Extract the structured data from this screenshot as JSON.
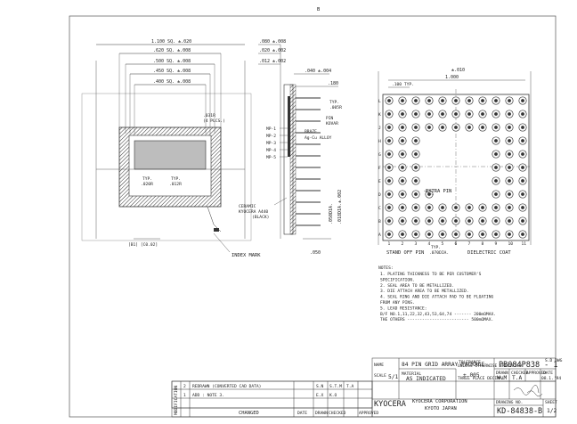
{
  "page_marker": "B",
  "top_view": {
    "dims": [
      "1.100 SQ. ±.020",
      ".620 SQ. ±.008",
      ".500 SQ. ±.008",
      ".450 SQ. ±.008",
      ".400 SQ. ±.008"
    ],
    "corner_note": [
      ".031R",
      "(4 PLCS.)"
    ],
    "typ_left": [
      "TYP.",
      ".020R"
    ],
    "typ_right": [
      "TYP.",
      ".012R"
    ],
    "bottom_ref": "[B1] [C0.02]",
    "index_mark": "INDEX MARK"
  },
  "side_view": {
    "dims": [
      ".080 ±.008",
      ".020 ±.002",
      ".012 ±.002",
      ".040 ±.004",
      ".180",
      ".050",
      ".050DIA.",
      ".018DIA.±.002"
    ],
    "labels": [
      "TYP.",
      ".005R",
      "PIN",
      "KOVAR",
      "BRAZE",
      "Ag-Cu ALLOY"
    ],
    "mp_labels": [
      "MP-1",
      "MP-2",
      "MP-3",
      "MP-4",
      "MP-5"
    ],
    "ceramic": [
      "CERAMIC",
      "KYOCERA A440",
      "(BLACK)"
    ]
  },
  "bottom_view": {
    "dims": [
      "±.010",
      "1.000",
      ".100 TYP."
    ],
    "rows": [
      "L",
      "K",
      "J",
      "H",
      "G",
      "F",
      "E",
      "D",
      "C",
      "B",
      "A"
    ],
    "cols": [
      "1",
      "2",
      "3",
      "4",
      "5",
      "6",
      "7",
      "8",
      "9",
      "10",
      "11"
    ],
    "extra_pin": "EXTRA PIN",
    "typ_note": [
      "TYP.",
      ".070DIA."
    ],
    "stand_off": "STAND OFF PIN",
    "dielectric": "DIELECTRIC COAT"
  },
  "notes": {
    "title": "NOTES:",
    "items": [
      "1.  PLATING THICKNESS TO BE PER CUSTOMER'S",
      "     SPECIFICATION.",
      "2.  SEAL AREA TO BE METALLIZED.",
      "3.  DIE ATTACH AREA TO BE METALLIZED.",
      "4.  SEAL RING AND DIE ATTACH PAD TO BE FLOATING",
      "     FROM ANY PINS.",
      "5.  LEAD RESISTANCE:",
      "     B/F NO.1,11,22,32,43,53,64,74 ------- 200mΩMAX.",
      "     THE OTHERS ------------------------- 500mΩMAX."
    ]
  },
  "revision": {
    "side_label": "MODIFICATION",
    "rows": [
      {
        "mark": "2",
        "desc": "REDRAWN (CONVERTED CAD DATA)",
        "date": "",
        "by": "S.N",
        "chk": "S.T.M",
        "app": "T.A"
      },
      {
        "mark": "1",
        "desc": "ADD : NOTE 3.",
        "date": "",
        "by": "E.X",
        "chk": "K.O",
        "app": ""
      }
    ],
    "footer": [
      "CHANGED",
      "DATE",
      "DRAWN",
      "CHECKED",
      "APPROVED"
    ]
  },
  "title_block": {
    "part_number": "PB084P838 - 1",
    "part_suffix": "S.D DWG",
    "name_label": "NAME",
    "name": "84 PIN GRID ARRAY PACKAGE",
    "scale_label": "SCALE",
    "scale": "5/1",
    "material_label": "MATERIAL",
    "material": "AS INDICATED",
    "tolerance_label": "TOLERANCE",
    "tolerance": "±.005",
    "tolerance_sub": "UNLESS OTHERWISE SPECIFIED",
    "tol_note": "THREE PLACE DECIMAL",
    "heads": [
      "DRAWN",
      "CHECKED",
      "APPROVED",
      "DATE"
    ],
    "drawn": "W.M",
    "checked": "T.A",
    "date": "08.1.'94",
    "company": "KYOCERA CORPORATION",
    "location": "KYOTO JAPAN",
    "logo": "KYOCERA",
    "drawing_no_label": "DRAWING NO.",
    "drawing_no": "KD-84838-B",
    "sheet_label": "SHEET",
    "sheet": "1/2"
  }
}
